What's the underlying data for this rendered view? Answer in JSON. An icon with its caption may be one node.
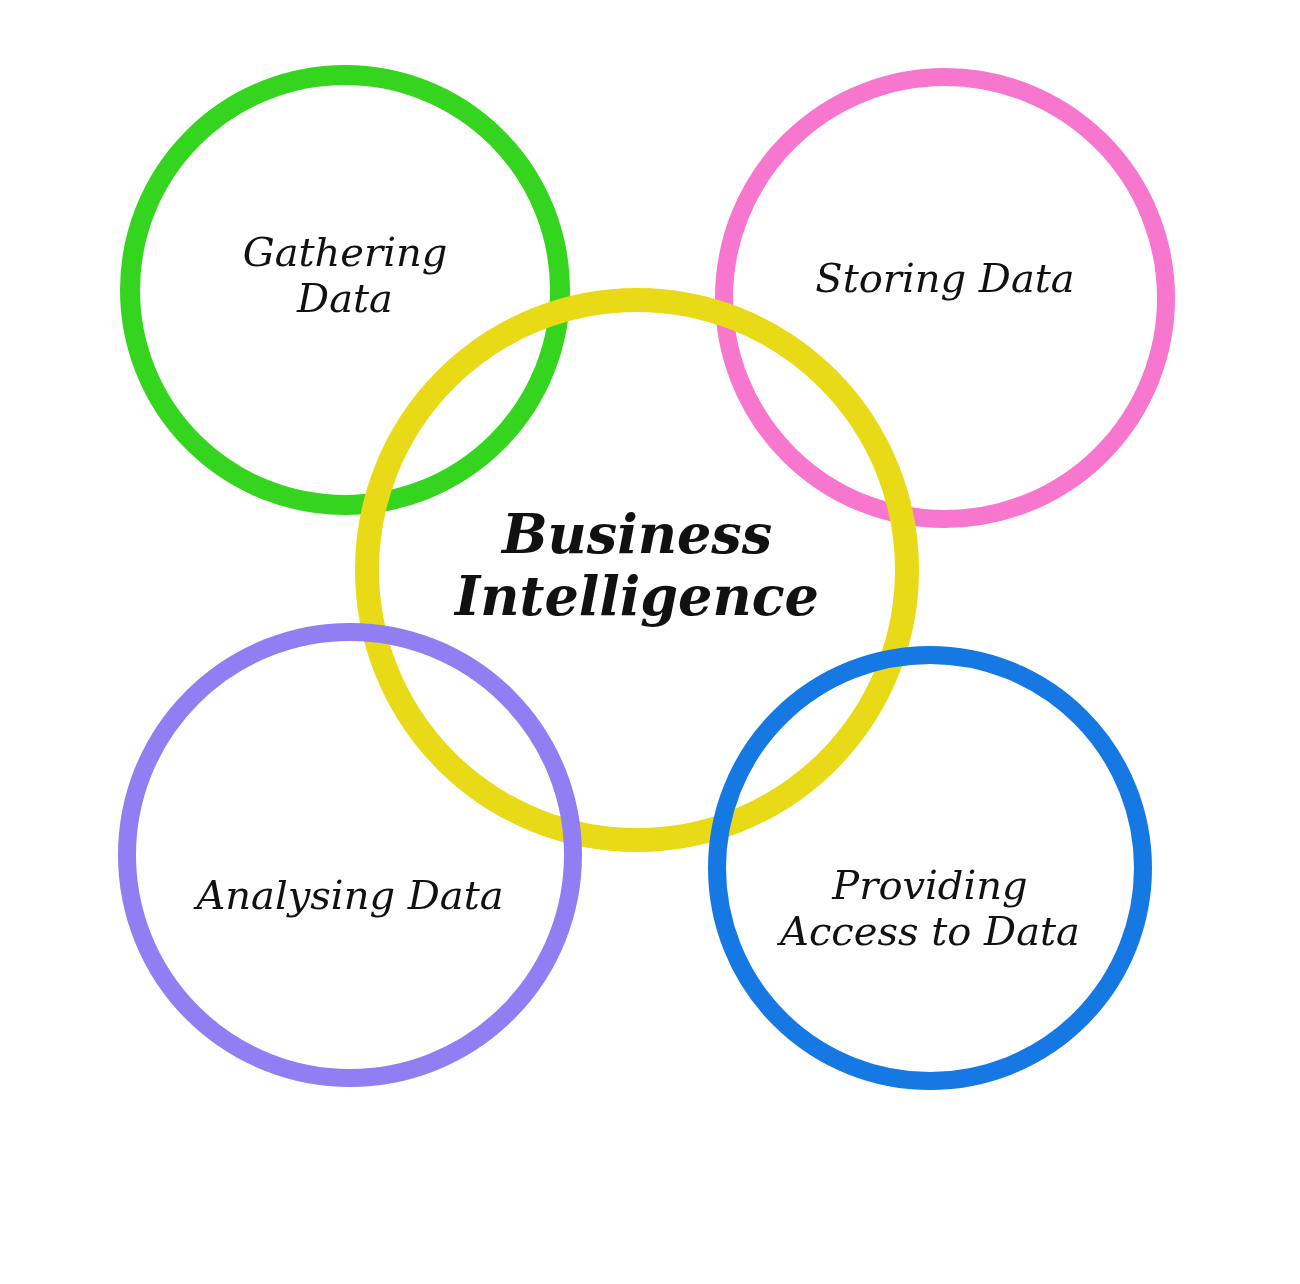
{
  "diagram": {
    "nodes": [
      {
        "text": [
          "Gathering Data"
        ]
      },
      {
        "text": [
          "Storing Data"
        ]
      },
      {
        "text": [
          "Business Intelligence"
        ]
      },
      {
        "text": [
          "Analysing Data"
        ]
      },
      {
        "text": [
          "Providing Access to Data"
        ]
      }
    ],
    "edges": []
  }
}
